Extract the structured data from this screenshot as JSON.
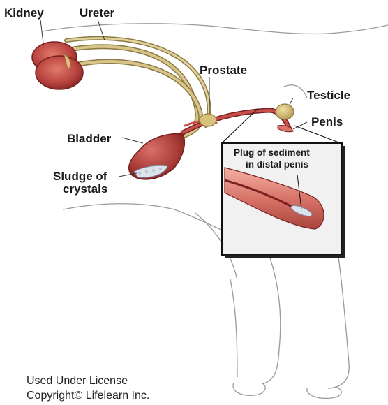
{
  "labels": {
    "kidney": "Kidney",
    "ureter": "Ureter",
    "prostate": "Prostate",
    "testicle": "Testicle",
    "penis": "Penis",
    "bladder": "Bladder",
    "sludge_line1": "Sludge of",
    "sludge_line2": "crystals",
    "inset_line1": "Plug of sediment",
    "inset_line2": "in distal penis"
  },
  "credit": {
    "line1": "Used Under License",
    "line2": "Copyright© Lifelearn Inc."
  },
  "colors": {
    "outline": "#8a8a8a",
    "organ_red": "#b8433f",
    "organ_dark": "#7a2020",
    "tube_gold": "#cbb67a",
    "prostate_gold": "#d9c27a",
    "testicle": "#d7c37c",
    "inset_bg": "#f3f3f3"
  }
}
